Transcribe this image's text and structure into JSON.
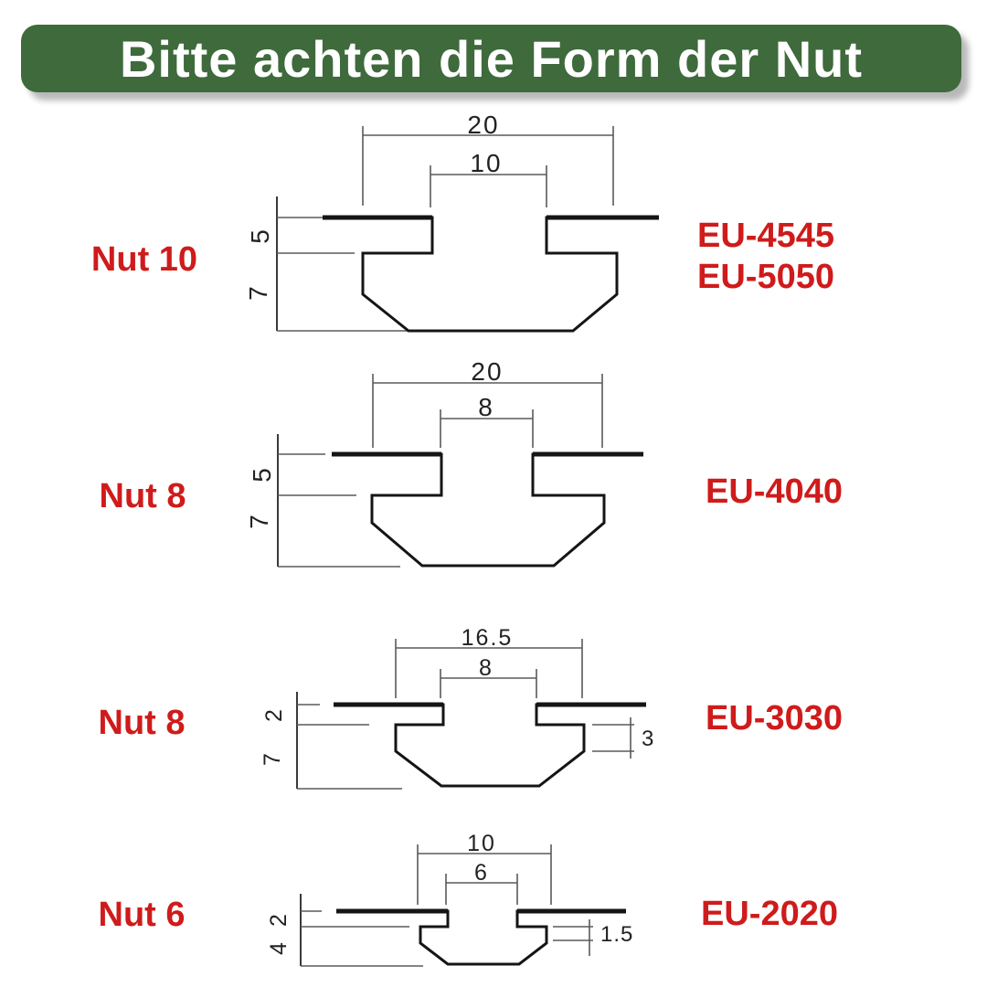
{
  "header": {
    "title": "Bitte achten die Form der Nut",
    "bg_color": "#3e6a3c",
    "text_color": "#ffffff"
  },
  "colors": {
    "accent_red": "#cf1b1b",
    "profile_line": "#151515",
    "dimension_line": "#5a5a5a"
  },
  "diagrams": [
    {
      "id": "nut-10",
      "left_label": "Nut 10",
      "right_labels": [
        "EU-4545",
        "EU-5050"
      ],
      "dims": {
        "outer_width": "20",
        "slot_width": "10",
        "lip_depth": "5",
        "cavity_depth": "7"
      }
    },
    {
      "id": "nut-8-4040",
      "left_label": "Nut 8",
      "right_labels": [
        "EU-4040"
      ],
      "dims": {
        "outer_width": "20",
        "slot_width": "8",
        "lip_depth": "5",
        "cavity_depth": "7"
      }
    },
    {
      "id": "nut-8-3030",
      "left_label": "Nut 8",
      "right_labels": [
        "EU-3030"
      ],
      "dims": {
        "outer_width": "16.5",
        "slot_width": "8",
        "lip_depth": "2",
        "cavity_depth": "7",
        "side_depth": "3"
      }
    },
    {
      "id": "nut-6",
      "left_label": "Nut 6",
      "right_labels": [
        "EU-2020"
      ],
      "dims": {
        "outer_width": "10",
        "slot_width": "6",
        "lip_depth": "2",
        "cavity_depth": "4",
        "side_depth": "1.5"
      }
    }
  ]
}
